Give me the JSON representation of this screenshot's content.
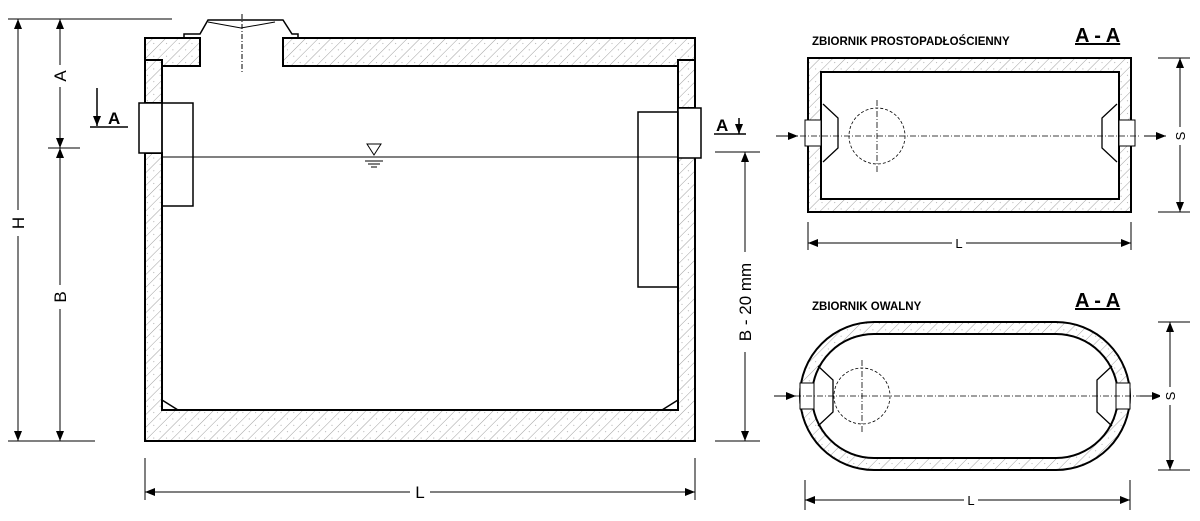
{
  "main_view": {
    "dim_A": "A",
    "dim_B": "B",
    "dim_H": "H",
    "dim_B_minus": "B - 20 mm",
    "dim_L": "L",
    "section_mark_left": "A",
    "section_mark_right": "A"
  },
  "rect_tank": {
    "title": "ZBIORNIK PROSTOPADŁOŚCIENNY",
    "section": "A - A",
    "dim_S": "S",
    "dim_L": "L"
  },
  "oval_tank": {
    "title": "ZBIORNIK OWALNY",
    "section": "A - A",
    "dim_S": "S",
    "dim_L": "L"
  }
}
